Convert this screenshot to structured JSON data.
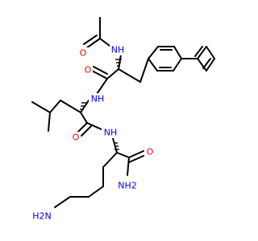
{
  "molecule": {
    "bond_color": "#000000",
    "atom_colors": {
      "O": "#ff0000",
      "N": "#0000ff"
    },
    "labels": {
      "acetyl_oxygen": "O",
      "acetamide_nh": "NH",
      "naphthylalanine_carbonyl_oxygen": "O",
      "leucine_nh": "NH",
      "leucine_carbonyl_oxygen": "O",
      "lysine_nh": "NH",
      "amide_oxygen": "O",
      "terminal_amide_nh2": "NH2",
      "side_chain_amine": "H2N"
    }
  }
}
